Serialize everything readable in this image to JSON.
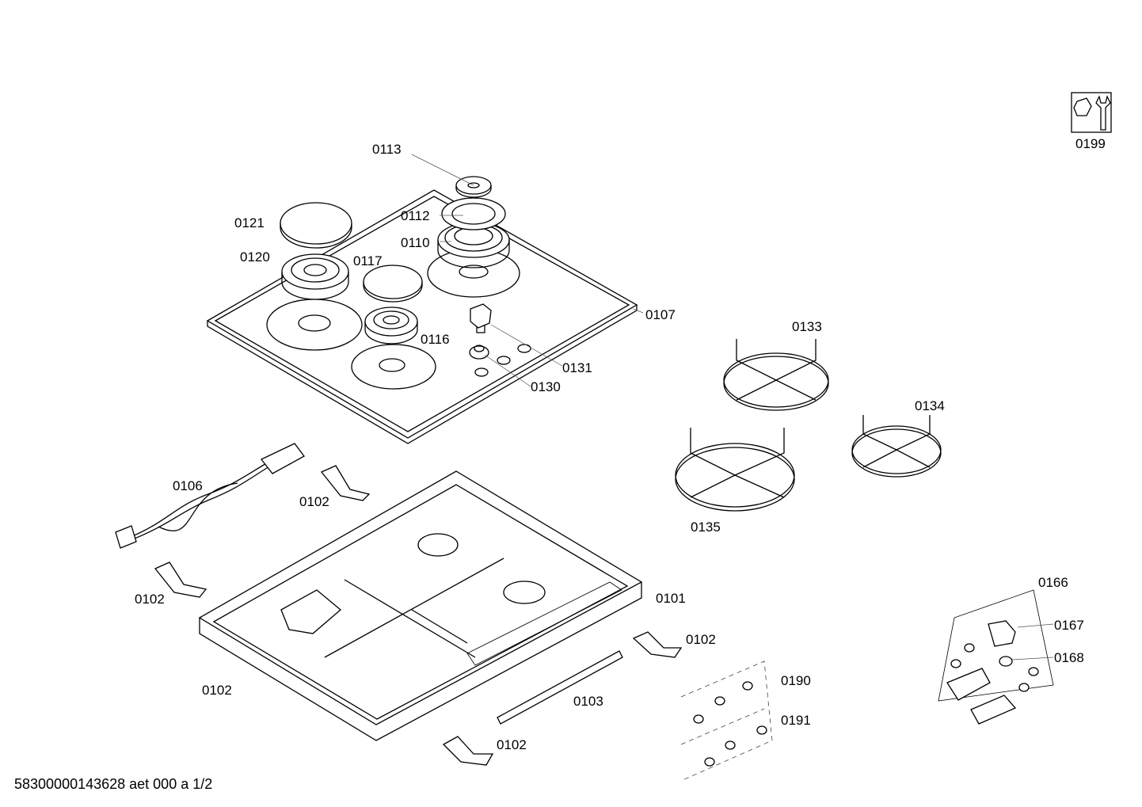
{
  "footer_text": "58300000143628 aet 000 a 1/2",
  "labels": {
    "l0199": "0199",
    "l0113": "0113",
    "l0112": "0112",
    "l0110": "0110",
    "l0121": "0121",
    "l0120": "0120",
    "l0117": "0117",
    "l0107": "0107",
    "l0116": "0116",
    "l0131": "0131",
    "l0130": "0130",
    "l0133": "0133",
    "l0134": "0134",
    "l0135": "0135",
    "l0106": "0106",
    "l0102a": "0102",
    "l0102b": "0102",
    "l0101": "0101",
    "l0102c": "0102",
    "l0102d": "0102",
    "l0103": "0103",
    "l0102e": "0102",
    "l0190": "0190",
    "l0191": "0191",
    "l0166": "0166",
    "l0167": "0167",
    "l0168": "0168"
  }
}
